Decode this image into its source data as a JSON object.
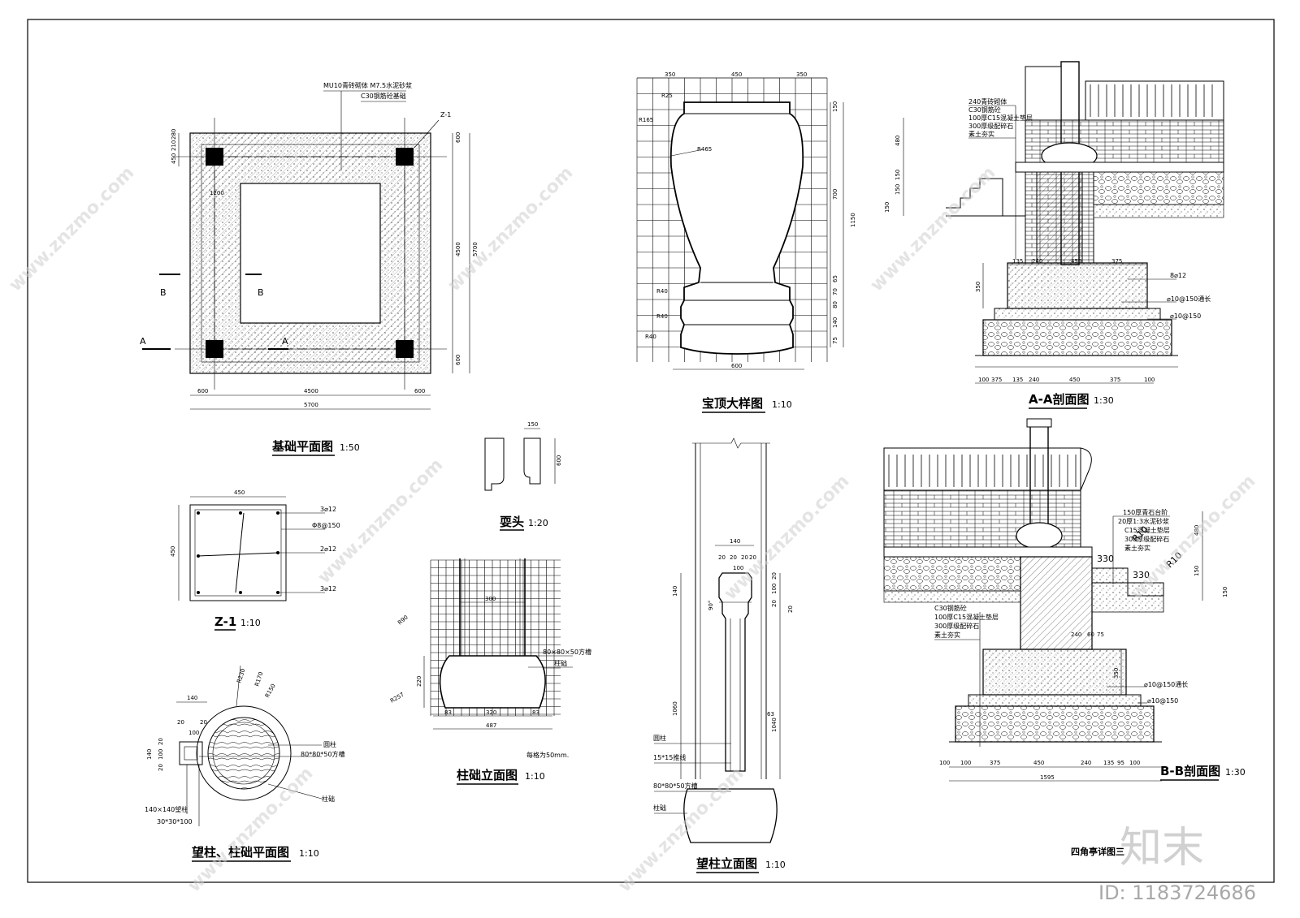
{
  "sheet_title": "四角亭详图三",
  "watermark": {
    "brand": "知末",
    "id": "ID: 1183724686",
    "url": "www.znzmo.com"
  },
  "foundation_plan": {
    "title": "基础平面图",
    "scale": "1:50",
    "notes": [
      "MU10青砖砌体  M7.5水泥砂浆",
      "C30钢筋砼基础"
    ],
    "column_tag": "Z-1",
    "section_b": "B",
    "section_a": "A",
    "dims_bottom": [
      "600",
      "4500",
      "600"
    ],
    "dim_total": "5700",
    "dims_right": [
      "600",
      "4500",
      "600"
    ],
    "dim_right_total": "5700",
    "dims_left": [
      "280",
      "210",
      "450"
    ],
    "inner_dim": "1200"
  },
  "column_z1": {
    "title": "Z-1",
    "scale": "1:10",
    "width": "450",
    "height": "450",
    "rebar": [
      "3⌀12",
      "Φ8@150",
      "2⌀12",
      "3⌀12"
    ]
  },
  "shuatou": {
    "title": "耍头",
    "scale": "1:20",
    "w": "150",
    "h": "600"
  },
  "pillar_base_plan": {
    "title": "望柱、柱础平面图",
    "scale": "1:10",
    "radii": [
      "R230",
      "R170",
      "R150"
    ],
    "dims": [
      "140",
      "20",
      "100",
      "20",
      "20",
      "100",
      "20",
      "140"
    ],
    "labels": [
      "圆柱",
      "80*80*50方槽",
      "柱础"
    ],
    "left_labels": [
      "140×140望柱",
      "30*30*100"
    ]
  },
  "pillar_base_elev": {
    "title": "柱础立面图",
    "scale": "1:10",
    "dim_top": "300",
    "radii": [
      "R90",
      "R257"
    ],
    "h": "220",
    "labels": [
      "80×80×50方槽",
      "柱础"
    ],
    "dims_bottom": [
      "83",
      "320",
      "83"
    ],
    "dim_total": "487",
    "grid_note": "每格为50mm."
  },
  "finial": {
    "title": "宝顶大样图",
    "scale": "1:10",
    "dims_top": [
      "350",
      "450",
      "350"
    ],
    "dim_bottom": "600",
    "radii": [
      "R25",
      "R165",
      "R465",
      "R40",
      "R40",
      "R40"
    ],
    "dims_right": [
      "150",
      "700",
      "65",
      "70",
      "80",
      "140",
      "75"
    ],
    "dim_total": "1150"
  },
  "post_elev": {
    "title": "望柱立面图",
    "scale": "1:10",
    "dims_top": [
      "140",
      "20",
      "20",
      "100",
      "20",
      "20"
    ],
    "dims_left": [
      "140",
      "1060"
    ],
    "dims_right": [
      "20",
      "100",
      "20",
      "20",
      "63",
      "1040"
    ],
    "angle": "90°",
    "labels": [
      "圆柱",
      "15*15推线",
      "80*80*50方槽",
      "柱础"
    ]
  },
  "section_aa": {
    "title": "A-A剖面图",
    "scale": "1:30",
    "notes": [
      "240青砖砌体",
      "C30钢筋砼",
      "100厚C15混凝土垫层",
      "300厚级配碎石",
      "素土夯实"
    ],
    "rebar": [
      "8⌀12",
      "⌀10@150通长",
      "⌀10@150"
    ],
    "dims_left": [
      "480",
      "150",
      "150",
      "150",
      "350"
    ],
    "dims_mid": [
      "135",
      "240",
      "450",
      "375"
    ],
    "dims_bottom": [
      "100",
      "375",
      "135",
      "240",
      "450",
      "375",
      "100"
    ]
  },
  "section_bb": {
    "title": "B-B剖面图",
    "scale": "1:30",
    "notes_top": [
      "150厚青石台阶",
      "20厚1:3水泥砂浆",
      "C15混凝土垫层",
      "300厚级配碎石",
      "素土夯实"
    ],
    "notes_bottom": [
      "C30钢筋砼",
      "100厚C15混凝土垫层",
      "300厚级配碎石",
      "素土夯实"
    ],
    "rebar": [
      "⌀10@150通长",
      "⌀10@150"
    ],
    "dims": [
      "330",
      "330",
      "R10",
      "R10",
      "480",
      "150",
      "150",
      "240",
      "60",
      "75",
      "350"
    ],
    "dims_bottom": [
      "100",
      "100",
      "375",
      "450",
      "240",
      "135",
      "95",
      "100"
    ],
    "dim_total": "1595"
  }
}
